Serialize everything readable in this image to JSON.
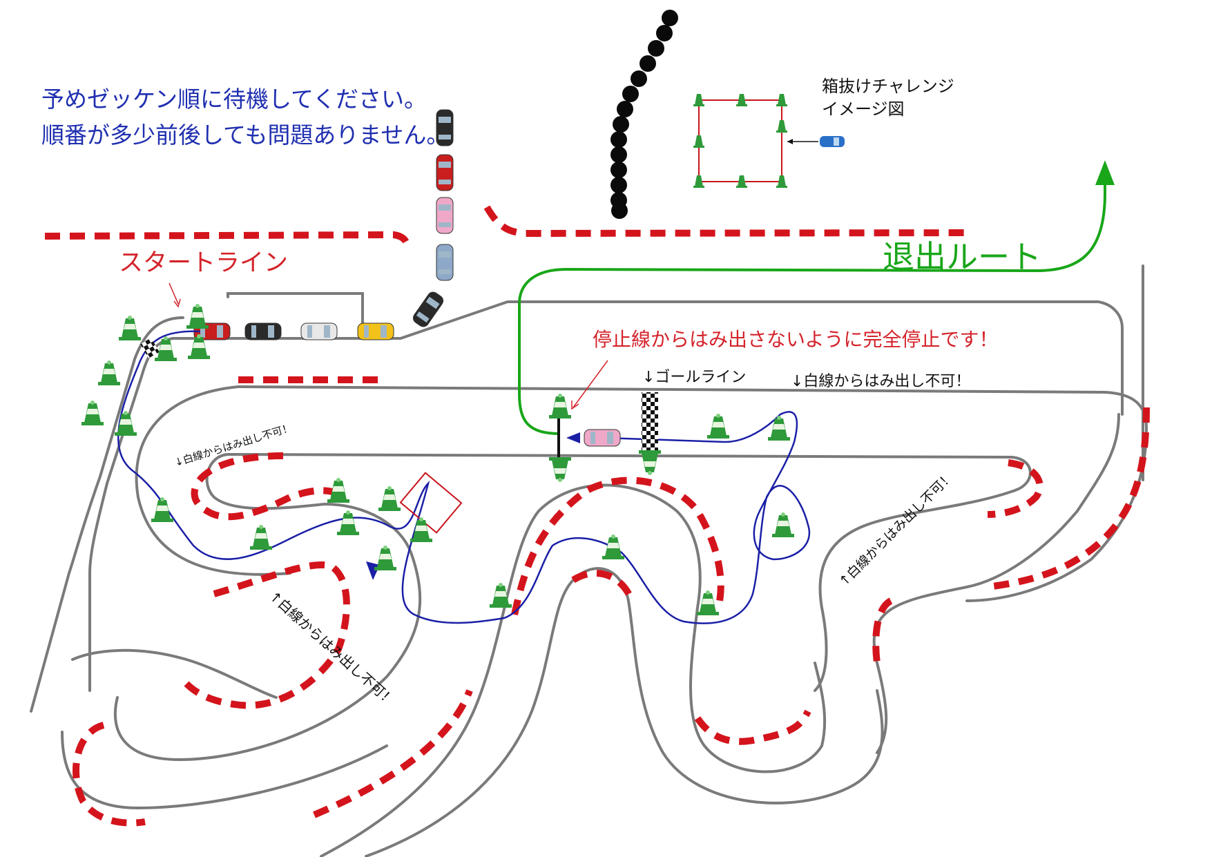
{
  "instructions": {
    "line1": "予めゼッケン順に待機してください。",
    "line2": "順番が多少前後しても問題ありません。"
  },
  "labels": {
    "start_line": "スタートライン",
    "exit_route": "退出ルート",
    "stop_notice": "停止線からはみ出さないように完全停止です！",
    "goal_line": "↓ゴールライン",
    "no_overrun_top": "↓白線からはみ出し不可！",
    "no_overrun_left": "↓白線からはみ出し不可！",
    "no_overrun_mid": "↑白線からはみ出し不可！",
    "no_overrun_right": "↑白線からはみ出し不可！",
    "box_challenge_line1": "箱抜けチャレンジ",
    "box_challenge_line2": "イメージ図"
  },
  "icons": {
    "cone": "traffic-cone-icon",
    "car": "car-icon",
    "tire_barrier": "tire-barrier-icon",
    "checkered_flag": "checkered-line-icon"
  },
  "colors": {
    "track_line": "#7a7a7a",
    "curb_red": "#d4141c",
    "route_blue": "#1a1fa6",
    "exit_green": "#19a619",
    "text_blue": "#1f2fb0",
    "text_red": "#d4232a",
    "cone_green": "#2e9a3a"
  },
  "waiting_cars": [
    {
      "color": "#2a2a2a"
    },
    {
      "color": "#c81e1e"
    },
    {
      "color": "#f0a8c8"
    },
    {
      "color": "#8ea8c8"
    },
    {
      "color": "#2a2a2a"
    }
  ],
  "grid_cars": [
    {
      "color": "#c81e1e"
    },
    {
      "color": "#2a2a2a"
    },
    {
      "color": "#e8e8e8"
    },
    {
      "color": "#f2c21a"
    }
  ]
}
